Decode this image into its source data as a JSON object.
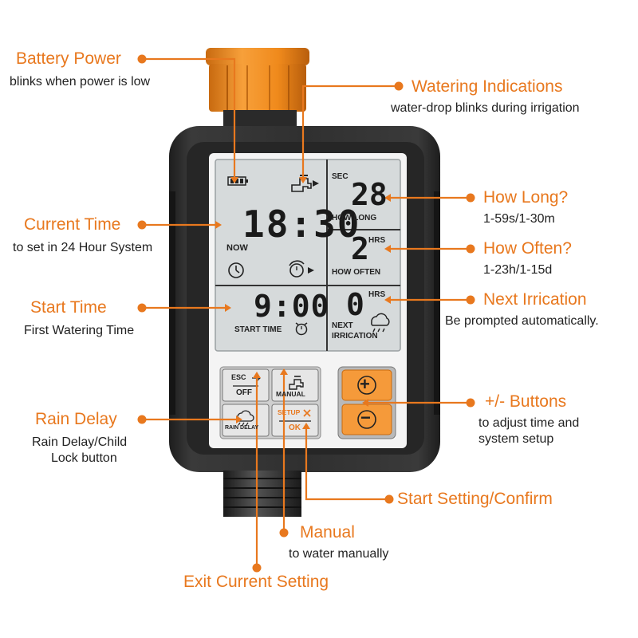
{
  "labels": {
    "battery_power": {
      "title": "Battery Power",
      "sub": "blinks when power is low"
    },
    "watering_indications": {
      "title": "Watering Indications",
      "sub": "water-drop blinks during irrigation"
    },
    "how_long": {
      "title": "How Long?",
      "sub": "1-59s/1-30m"
    },
    "how_often": {
      "title": "How Often?",
      "sub": "1-23h/1-15d"
    },
    "current_time": {
      "title": "Current Time",
      "sub": "to set in 24 Hour System"
    },
    "start_time": {
      "title": "Start Time",
      "sub": "First Watering Time"
    },
    "next_irrication": {
      "title": "Next Irrication",
      "sub": "Be prompted automatically."
    },
    "rain_delay": {
      "title": "Rain Delay",
      "sub1": "Rain Delay/Child",
      "sub2": "Lock button"
    },
    "plus_minus": {
      "title": "+/- Buttons",
      "sub1": "to adjust time and",
      "sub2": "system setup"
    },
    "start_setting": {
      "title": "Start Setting/Confirm"
    },
    "manual": {
      "title": "Manual",
      "sub": "to water manually"
    },
    "exit_setting": {
      "title": "Exit Current Setting"
    }
  },
  "lcd": {
    "current_time": "18:30",
    "now_label": "NOW",
    "sec_label": "SEC",
    "how_long_value": "28",
    "how_long_label": "HOW LONG",
    "hrs_label": "HRS",
    "how_often_value": "2",
    "how_often_label": "HOW OFTEN",
    "start_time_value": "9:00",
    "start_time_label": "START TIME",
    "next_value": "0",
    "next_label_1": "NEXT",
    "next_label_2": "IRRICATION"
  },
  "buttons": {
    "esc_label": "ESC",
    "off_label": "OFF",
    "manual_label": "MANUAL",
    "rain_delay_label": "RAIN DELAY",
    "setup_label": "SETUP",
    "ok_label": "OK",
    "plus": "+",
    "minus": "−"
  },
  "colors": {
    "accent": "#e8781e",
    "body": "#2b2b2b",
    "lcd": "#d6dadb",
    "connector": "#f08a1c"
  }
}
